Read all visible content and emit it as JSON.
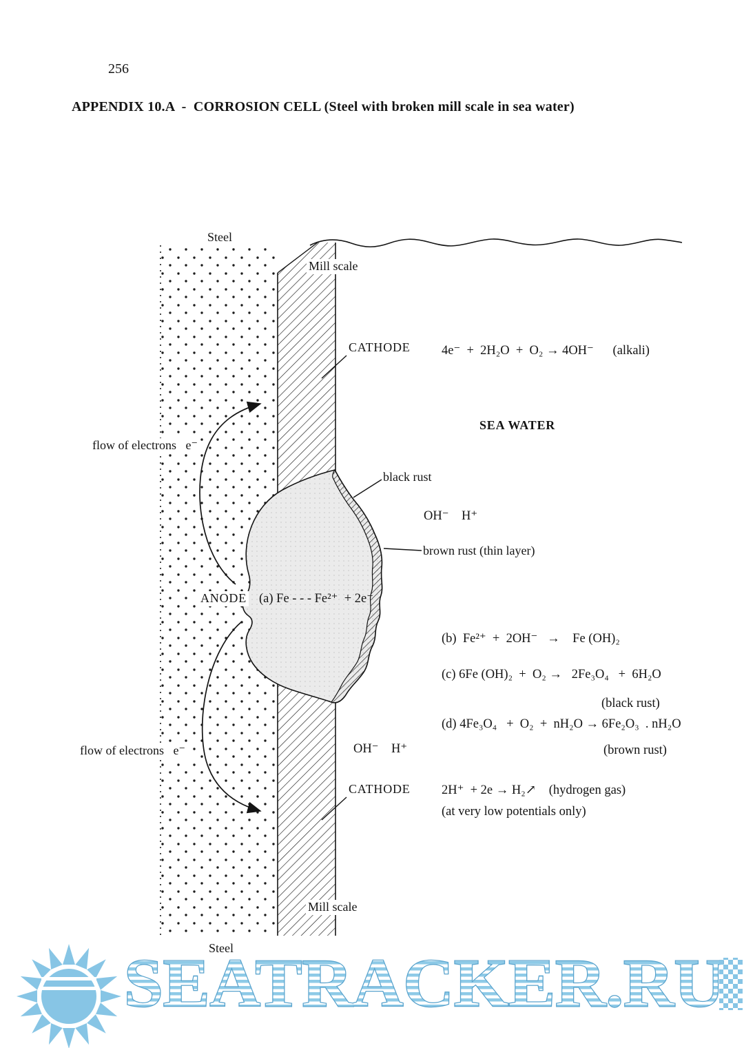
{
  "page": {
    "number": "256",
    "title": "APPENDIX 10.A  -  CORROSION CELL (Steel with broken mill scale in sea water)"
  },
  "diagram": {
    "labels": {
      "steel_top": "Steel",
      "steel_bottom": "Steel",
      "mill_scale_top": "Mill scale",
      "mill_scale_bottom": "Mill scale",
      "cathode_top": "CATHODE",
      "cathode_bottom": "CATHODE",
      "anode": "ANODE",
      "sea_water": "SEA WATER",
      "flow_top": "flow of electrons   e⁻",
      "flow_bottom": "flow of electrons   e⁻",
      "black_rust": "black rust",
      "brown_rust": "brown rust (thin layer)",
      "oh_h_top": "OH⁻    H⁺",
      "oh_h_bottom": "OH⁻    H⁺"
    },
    "equations": {
      "cathode_top": "4e⁻  +  2H₂O  +  O₂ → 4OH⁻      (alkali)",
      "anode_a": "(a) Fe - - - Fe²⁺  + 2e⁻",
      "b": "(b)  Fe²⁺  +  2OH⁻   →    Fe (OH)₂",
      "c": "(c) 6Fe (OH)₂  +  O₂ →   2Fe₃O₄   +  6H₂O",
      "c_note": "(black rust)",
      "d": "(d) 4Fe₃O₄   +  O₂  +  nH₂O → 6Fe₂O₃  . nH₂O",
      "d_note": "(brown rust)",
      "cathode_bottom": "2H⁺  + 2e → H₂↗    (hydrogen gas)",
      "cathode_bottom_note": "(at very low potentials only)"
    }
  },
  "watermark": {
    "text": "SEATRACKER.RU"
  }
}
